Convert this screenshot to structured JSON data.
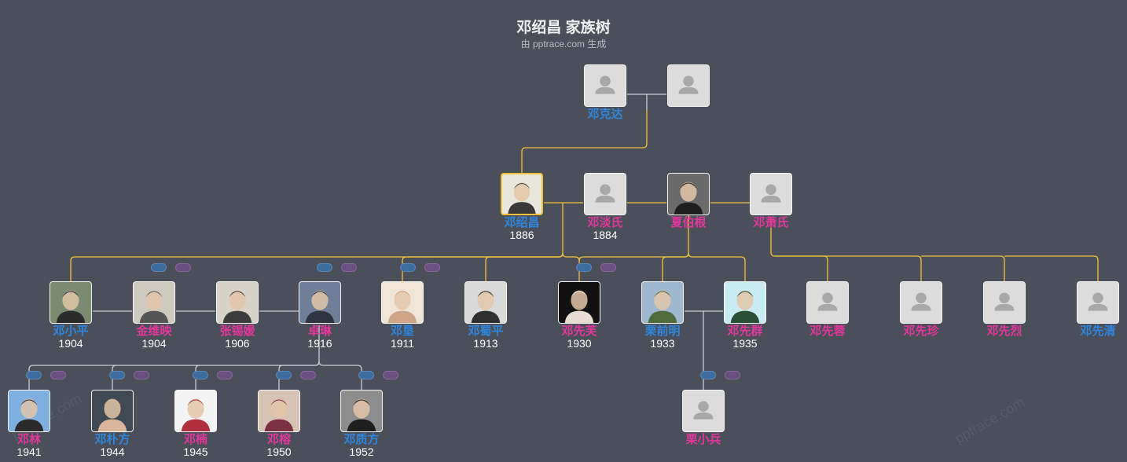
{
  "header": {
    "title": "邓绍昌 家族树",
    "subtitle": "由 pptrace.com 生成"
  },
  "watermark": "pptrace.com",
  "colors": {
    "background": "#4a4f59",
    "male": "#2e86de",
    "female": "#e2379b",
    "highlight_line": "#f2c13b",
    "plain_line": "#c8ccd2"
  },
  "people": [
    {
      "id": "father",
      "name": "邓克达",
      "year": "",
      "gender": "male",
      "photo": "placeholder"
    },
    {
      "id": "mother",
      "name": "",
      "year": "",
      "gender": "female",
      "photo": "placeholder"
    },
    {
      "id": "root",
      "name": "邓绍昌",
      "year": "1886",
      "gender": "male",
      "photo": "portrait"
    },
    {
      "id": "w1",
      "name": "邓淡氏",
      "year": "1884",
      "gender": "female",
      "photo": "placeholder"
    },
    {
      "id": "w2",
      "name": "夏伯根",
      "year": "",
      "gender": "female",
      "photo": "portrait"
    },
    {
      "id": "w3",
      "name": "邓萧氏",
      "year": "",
      "gender": "female",
      "photo": "placeholder"
    },
    {
      "id": "xp",
      "name": "邓小平",
      "year": "1904",
      "gender": "male",
      "photo": "portrait"
    },
    {
      "id": "jwy",
      "name": "金维映",
      "year": "1904",
      "gender": "female",
      "photo": "portrait"
    },
    {
      "id": "zxy",
      "name": "张锡媛",
      "year": "1906",
      "gender": "female",
      "photo": "portrait"
    },
    {
      "id": "zl",
      "name": "卓琳",
      "year": "1916",
      "gender": "female",
      "photo": "portrait"
    },
    {
      "id": "dk",
      "name": "邓垦",
      "year": "1911",
      "gender": "male",
      "photo": "portrait"
    },
    {
      "id": "dsp",
      "name": "邓蜀平",
      "year": "1913",
      "gender": "male",
      "photo": "portrait"
    },
    {
      "id": "dxf",
      "name": "邓先芙",
      "year": "1930",
      "gender": "female",
      "photo": "portrait"
    },
    {
      "id": "lqm",
      "name": "栗前明",
      "year": "1933",
      "gender": "male",
      "photo": "portrait"
    },
    {
      "id": "dxq",
      "name": "邓先群",
      "year": "1935",
      "gender": "female",
      "photo": "portrait"
    },
    {
      "id": "dxr",
      "name": "邓先蓉",
      "year": "",
      "gender": "female",
      "photo": "placeholder"
    },
    {
      "id": "dxz",
      "name": "邓先珍",
      "year": "",
      "gender": "female",
      "photo": "placeholder"
    },
    {
      "id": "dxl",
      "name": "邓先烈",
      "year": "",
      "gender": "female",
      "photo": "placeholder"
    },
    {
      "id": "dxqing",
      "name": "邓先清",
      "year": "",
      "gender": "male",
      "photo": "placeholder"
    },
    {
      "id": "dl",
      "name": "邓林",
      "year": "1941",
      "gender": "female",
      "photo": "portrait"
    },
    {
      "id": "dpf",
      "name": "邓朴方",
      "year": "1944",
      "gender": "male",
      "photo": "portrait"
    },
    {
      "id": "dn",
      "name": "邓楠",
      "year": "1945",
      "gender": "female",
      "photo": "portrait"
    },
    {
      "id": "drong",
      "name": "邓榕",
      "year": "1950",
      "gender": "female",
      "photo": "portrait"
    },
    {
      "id": "dzf",
      "name": "邓质方",
      "year": "1952",
      "gender": "male",
      "photo": "portrait"
    },
    {
      "id": "lxb",
      "name": "栗小兵",
      "year": "",
      "gender": "female",
      "photo": "placeholder"
    }
  ]
}
